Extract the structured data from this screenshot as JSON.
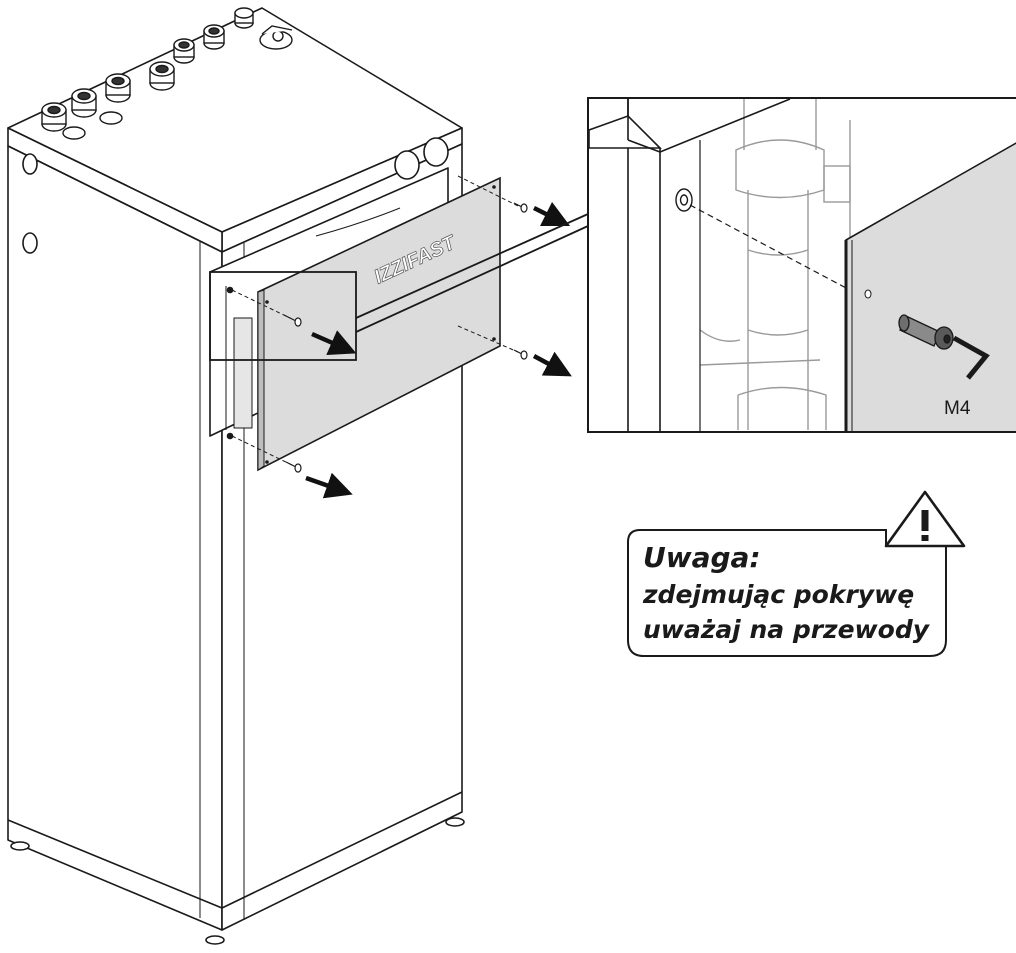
{
  "diagram": {
    "panel_brand": "IZZIFAST",
    "tool_size_label": "M4",
    "warning": {
      "heading": "Uwaga:",
      "line1": "zdejmując pokrywę",
      "line2": "uważaj na przewody"
    },
    "colors": {
      "line": "#1a1a1a",
      "panel_fill": "#dcdcdc",
      "detail_line": "#9a9a9a",
      "arrow": "#111111"
    },
    "icons": [
      "warning-triangle-icon",
      "allen-key-icon",
      "screw-icon",
      "arrow-icon"
    ]
  }
}
